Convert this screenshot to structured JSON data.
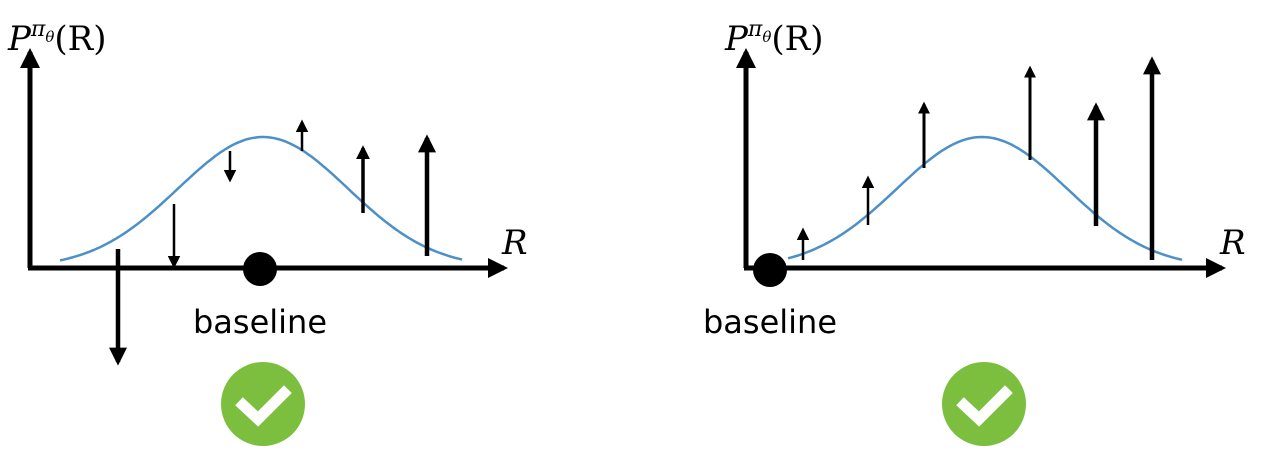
{
  "colors": {
    "curve": "#4d90c8",
    "axis": "#000000",
    "check_bg": "#7cbf3f",
    "check_mark": "#ffffff"
  },
  "icons": [
    "checkmark-circle-icon"
  ],
  "panels": [
    {
      "id": "left",
      "y_axis_label": {
        "base": "P",
        "sup_base": "π",
        "sup_sub": "θ",
        "arg": "(R)"
      },
      "x_axis_label": "R",
      "baseline_label": "baseline",
      "check_icon": "checkmark-circle-icon"
    },
    {
      "id": "right",
      "y_axis_label": {
        "base": "P",
        "sup_base": "π",
        "sup_sub": "θ",
        "arg": "(R)"
      },
      "x_axis_label": "R",
      "baseline_label": "baseline",
      "check_icon": "checkmark-circle-icon"
    }
  ]
}
